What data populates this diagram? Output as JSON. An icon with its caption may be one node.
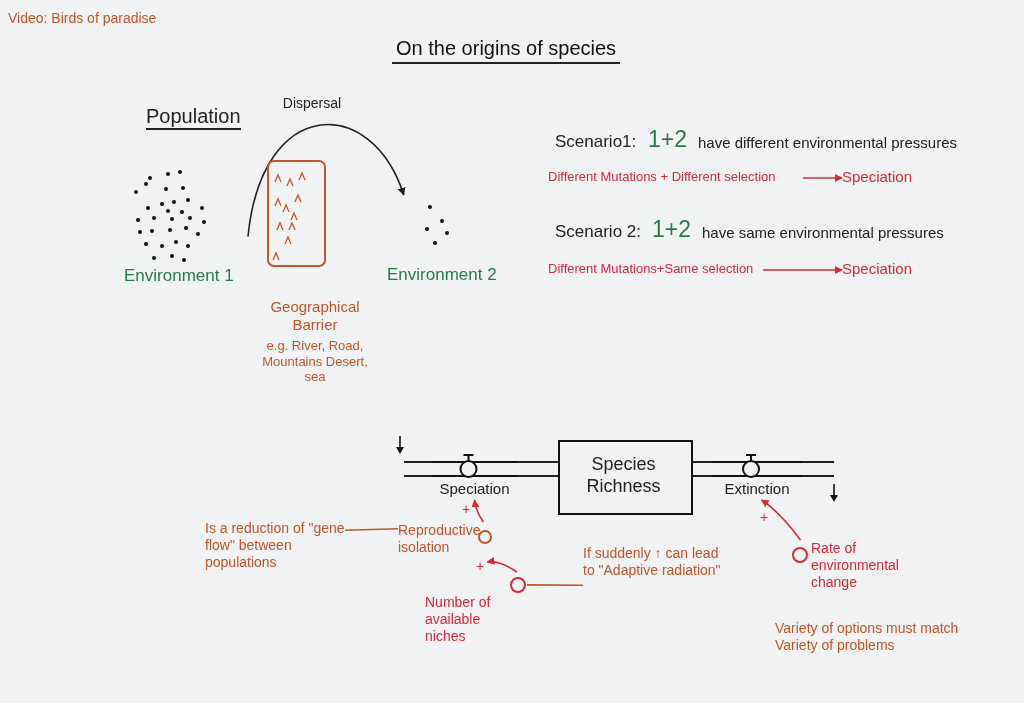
{
  "diagram": {
    "title": "On the origins of species",
    "nodes": [
      {
        "text": [
          "Population",
          "Environment 1"
        ]
      },
      {
        "text": [
          "Environment 2"
        ]
      },
      {
        "text": [
          "Geographical Barrier",
          "e.g. River, Road, Mountains Desert, sea"
        ]
      },
      {
        "text": [
          "Different Mutations + Different selection"
        ]
      },
      {
        "text": [
          "Speciation"
        ]
      },
      {
        "text": [
          "Different Mutations+Same selection"
        ]
      },
      {
        "text": [
          "Speciation"
        ]
      },
      {
        "text": [
          "Species Richness"
        ]
      },
      {
        "text": [
          "Speciation"
        ]
      },
      {
        "text": [
          "Extinction"
        ]
      },
      {
        "text": [
          "Reproductive isolation"
        ]
      },
      {
        "text": [
          "Number of available niches"
        ]
      },
      {
        "text": [
          "Is a reduction of \"gene flow\" between populations"
        ]
      },
      {
        "text": [
          "If suddenly ↑ can lead to \"Adaptive radiation\""
        ]
      },
      {
        "text": [
          "Rate of environmental change"
        ]
      }
    ],
    "edges": [
      {
        "from": 0,
        "to": 1,
        "arrow": "to",
        "label": "Dispersal"
      },
      {
        "from": 3,
        "to": 4,
        "arrow": "to",
        "color": "#d42a3a"
      },
      {
        "from": 5,
        "to": 6,
        "arrow": "to",
        "color": "#d42a3a"
      },
      {
        "from": null,
        "to": 8,
        "arrow": "none",
        "style": "thick"
      },
      {
        "from": 8,
        "to": 7,
        "arrow": "none",
        "style": "thick"
      },
      {
        "from": 7,
        "to": 9,
        "arrow": "none",
        "style": "thick"
      },
      {
        "from": 9,
        "to": null,
        "arrow": "none",
        "style": "thick"
      },
      {
        "from": 10,
        "to": 8,
        "arrow": "to",
        "label": "+",
        "color": "#d42a3a"
      },
      {
        "from": 11,
        "to": 10,
        "arrow": "to",
        "label": "+",
        "color": "#d42a3a"
      },
      {
        "from": 12,
        "to": 10,
        "arrow": "none",
        "color": "#c0562a"
      },
      {
        "from": 13,
        "to": 11,
        "arrow": "none",
        "color": "#c0562a"
      },
      {
        "from": 14,
        "to": 9,
        "arrow": "to",
        "label": "+",
        "color": "#d42a3a"
      }
    ],
    "labels": [
      "Video: Birds of paradise",
      "Scenario1:",
      "1+2",
      "have different environmental pressures",
      "Scenario 2:",
      "1+2",
      "have same environmental pressures",
      "Variety of options must match Variety of problems"
    ]
  }
}
